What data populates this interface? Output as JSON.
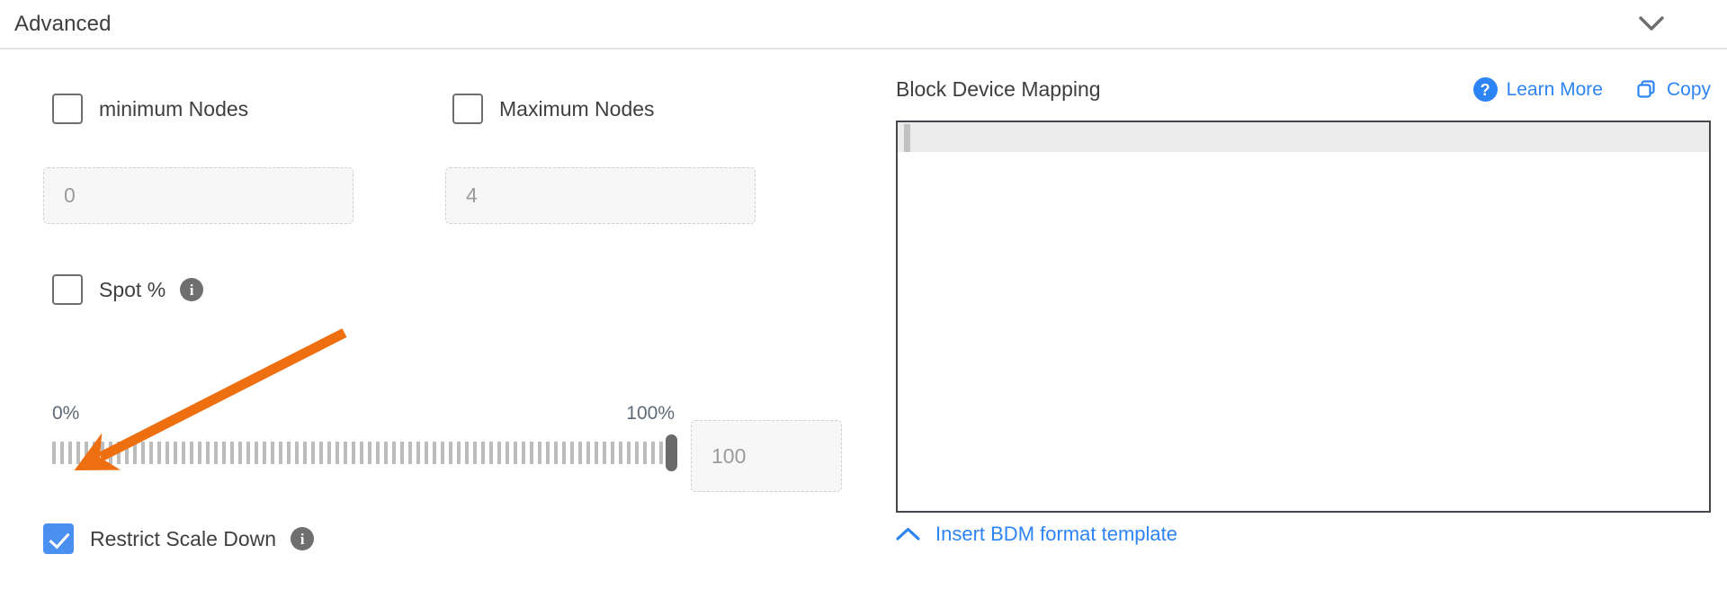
{
  "section": {
    "title": "Advanced",
    "collapse_icon": "chevron-down-icon"
  },
  "left": {
    "min_nodes": {
      "label": "minimum Nodes",
      "checked": false,
      "input_placeholder": "0",
      "input_value": ""
    },
    "max_nodes": {
      "label": "Maximum Nodes",
      "checked": false,
      "input_placeholder": "4",
      "input_value": ""
    },
    "spot": {
      "label": "Spot %",
      "checked": false,
      "info_icon": "info-icon"
    },
    "slider": {
      "min_label": "0%",
      "max_label": "100%",
      "value": 100,
      "value_field_placeholder": "100"
    },
    "restrict_scale_down": {
      "label": "Restrict Scale Down",
      "checked": true,
      "info_icon": "info-icon"
    }
  },
  "right": {
    "title": "Block Device Mapping",
    "learn_more": {
      "label": "Learn More",
      "icon": "question-circle-icon"
    },
    "copy": {
      "label": "Copy",
      "icon": "copy-icon"
    },
    "editor": {
      "content": ""
    },
    "insert_template": {
      "label": "Insert BDM format template",
      "icon": "chevron-up-icon"
    }
  },
  "colors": {
    "link_blue": "#2d84f5",
    "checkbox_blue": "#4a90f0",
    "annotation_orange": "#ee6f10",
    "info_gray": "#6f6f6f",
    "border_gray": "#e3e3e3"
  }
}
